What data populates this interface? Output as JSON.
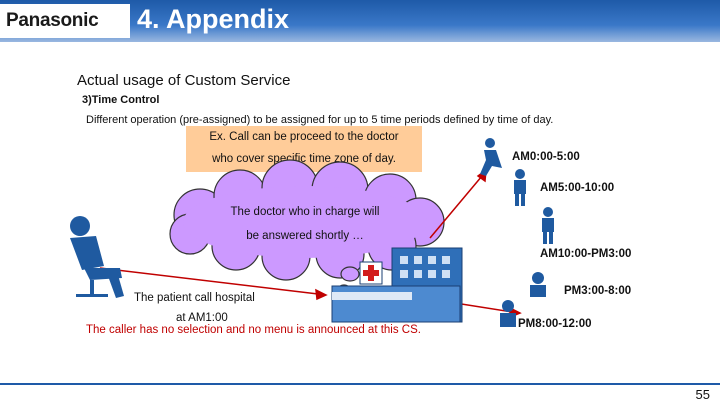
{
  "header": {
    "logo": "Panasonic",
    "title": "4. Appendix"
  },
  "content": {
    "subtitle": "Actual usage of Custom Service",
    "section": "3)Time Control",
    "description": "Different operation (pre-assigned) to be assigned for up to 5 time periods defined by time of day.",
    "callout_line1": "Ex. Call can be proceed to the doctor",
    "callout_line2": "who cover specific time zone of day.",
    "cloud_line1": "The doctor who in charge will",
    "cloud_line2": "be answered shortly …",
    "patient_line1": "The patient call hospital",
    "patient_line2": "at AM1:00",
    "caller_note": "The caller has no selection and no menu is announced at this CS."
  },
  "time_periods": [
    "AM0:00-5:00",
    "AM5:00-10:00",
    "AM10:00-PM3:00",
    "PM3:00-8:00",
    "PM8:00-12:00"
  ],
  "footer": {
    "page_number": "55"
  },
  "colors": {
    "header_blue": "#1e5aa8",
    "callout_fill": "#ffcc99",
    "cloud_fill": "#cc99ff",
    "caller_note_red": "#c00000"
  }
}
